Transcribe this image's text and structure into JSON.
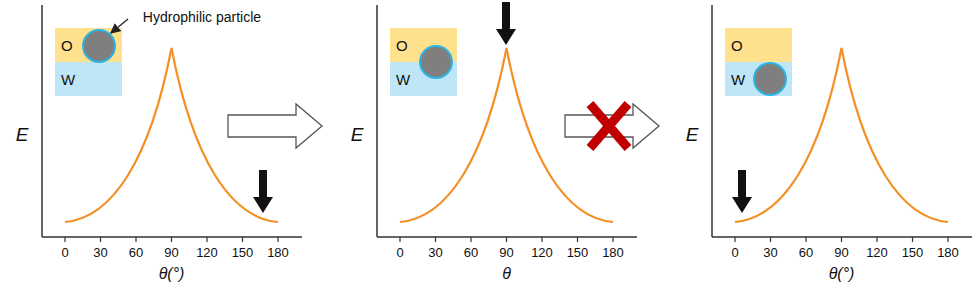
{
  "diagram": {
    "nodes": [
      {
        "text": [
          "O"
        ]
      },
      {
        "text": [
          "W"
        ]
      },
      {
        "text": [
          "O"
        ]
      },
      {
        "text": [
          "W"
        ]
      },
      {
        "text": [
          "O"
        ]
      },
      {
        "text": [
          "W"
        ]
      }
    ],
    "labels": [
      "Hydrophilic particle",
      "E",
      "0",
      "30",
      "60",
      "90",
      "120",
      "150",
      "180",
      "θ(°)",
      "E",
      "0",
      "30",
      "60",
      "90",
      "120",
      "150",
      "180",
      "θ",
      "E",
      "0",
      "30",
      "60",
      "90",
      "120",
      "150",
      "180",
      "θ(°)"
    ]
  }
}
